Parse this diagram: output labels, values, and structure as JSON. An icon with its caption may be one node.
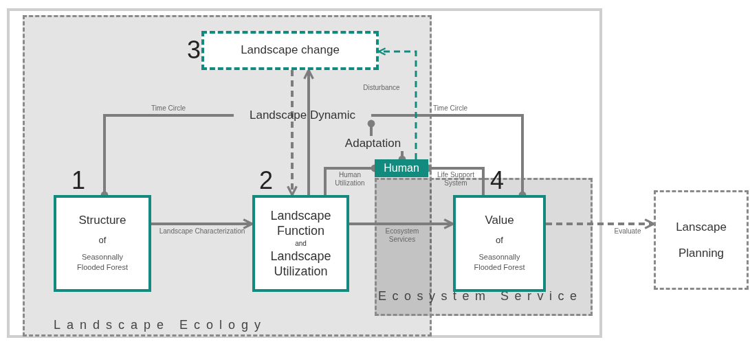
{
  "diagram": {
    "nodes": [
      {
        "text": [
          "Landscape Ecology"
        ]
      },
      {
        "text": [
          "Ecosystem Service"
        ]
      },
      {
        "text": [
          "Landscape change"
        ],
        "in": 0,
        "beside": [
          "3"
        ]
      },
      {
        "text": [
          "Structure",
          "of",
          "Seasonnally Flooded Forest"
        ],
        "in": 0,
        "beside": [
          "1"
        ]
      },
      {
        "text": [
          "Landscape Function",
          "and",
          "Landscape Utilization"
        ],
        "in": 0,
        "beside": [
          "2"
        ]
      },
      {
        "text": [
          "Value",
          "of",
          "Seasonnally Flooded Forest"
        ],
        "in": 1,
        "beside": [
          "4"
        ]
      },
      {
        "text": [
          "Lanscape Planning"
        ]
      },
      {
        "text": [
          "Landscape Dynamic"
        ],
        "in": 0
      },
      {
        "text": [
          "Adaptation"
        ],
        "in": 0
      },
      {
        "text": [
          "Human"
        ],
        "in": 0
      }
    ],
    "edges": [
      {
        "from": 3,
        "to": 4,
        "arrow": "to",
        "label": "Landscape Characterization"
      },
      {
        "from": 4,
        "to": 5,
        "arrow": "to",
        "label": "Ecosystem Services"
      },
      {
        "from": 5,
        "to": 6,
        "arrow": "to",
        "label": "Evaluate",
        "style": "dashed"
      },
      {
        "from": 7,
        "to": 3,
        "arrow": "other",
        "label": "Time Circle"
      },
      {
        "from": 7,
        "to": 5,
        "arrow": "other",
        "label": "Time Circle"
      },
      {
        "from": 4,
        "to": 2,
        "arrow": "to"
      },
      {
        "from": 2,
        "to": 4,
        "arrow": "to",
        "style": "dashed"
      },
      {
        "from": 9,
        "to": 2,
        "arrow": "to",
        "label": "Disturbance",
        "style": "dashed",
        "color": "#138a7e"
      },
      {
        "from": 8,
        "to": 7,
        "arrow": "other"
      },
      {
        "from": 8,
        "to": 9,
        "arrow": "other"
      },
      {
        "from": 4,
        "to": 9,
        "arrow": "other",
        "label": "Human Utilization"
      },
      {
        "from": 5,
        "to": 9,
        "arrow": "other",
        "label": "Life Support System"
      }
    ]
  }
}
